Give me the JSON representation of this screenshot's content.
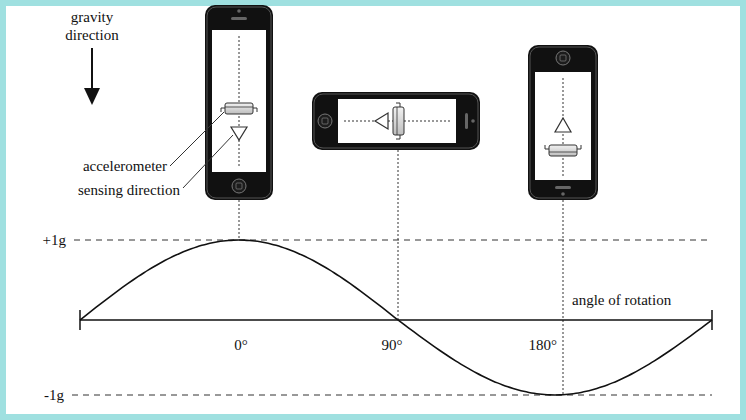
{
  "diagram": {
    "labels": [
      "gravity direction",
      "accelerometer",
      "sensing direction",
      "+1g",
      "angle of rotation",
      "0°",
      "90°",
      "180°",
      "-1g"
    ]
  }
}
